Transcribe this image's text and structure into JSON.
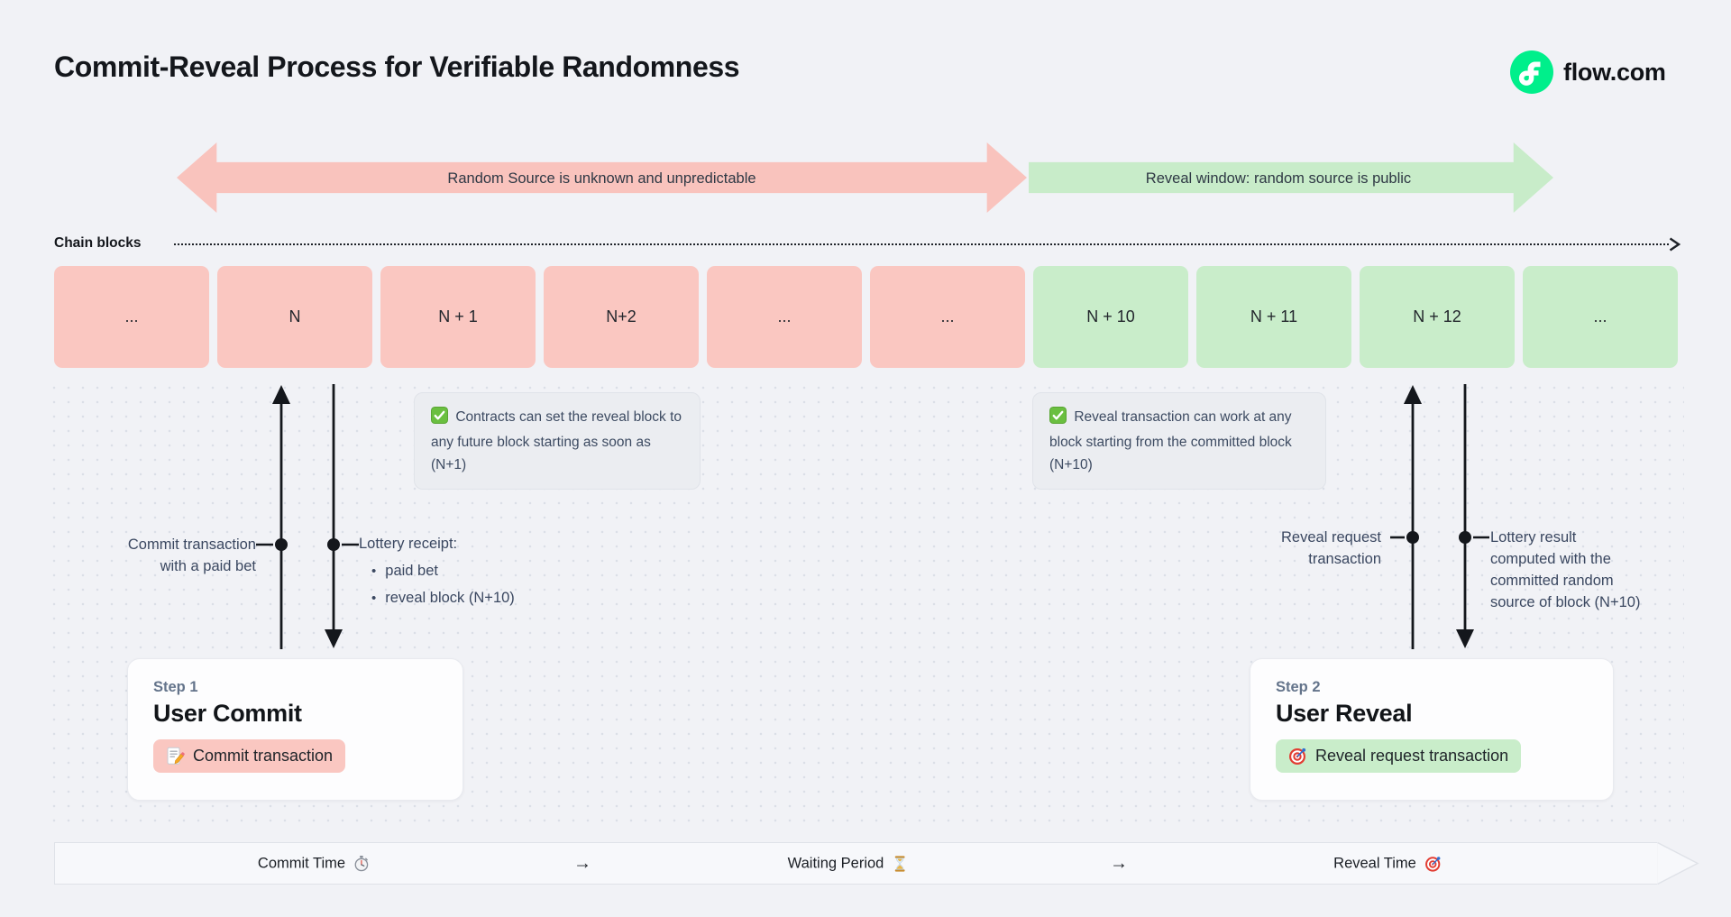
{
  "page": {
    "title": "Commit-Reveal Process for Verifiable Randomness"
  },
  "brand": {
    "label": "flow.com",
    "logo_icon": "flow-logo-icon",
    "logo_color": "#00EF8B"
  },
  "phases": {
    "commit": {
      "label": "Random Source is unknown and unpredictable",
      "color": "#F9C3BD"
    },
    "reveal": {
      "label": "Reveal window: random source is public",
      "color": "#C8ECC9"
    }
  },
  "chain": {
    "label": "Chain blocks",
    "blocks": [
      {
        "label": "...",
        "phase": "commit"
      },
      {
        "label": "N",
        "phase": "commit"
      },
      {
        "label": "N + 1",
        "phase": "commit"
      },
      {
        "label": "N+2",
        "phase": "commit"
      },
      {
        "label": "...",
        "phase": "commit"
      },
      {
        "label": "...",
        "phase": "commit"
      },
      {
        "label": "N + 10",
        "phase": "reveal"
      },
      {
        "label": "N + 11",
        "phase": "reveal"
      },
      {
        "label": "N + 12",
        "phase": "reveal"
      },
      {
        "label": "...",
        "phase": "reveal"
      }
    ]
  },
  "notes": [
    {
      "icon": "check-icon",
      "text": "Contracts can set the reveal block to any future block starting as soon as (N+1)"
    },
    {
      "icon": "check-icon",
      "text": "Reveal transaction can work at any block starting from the committed block (N+10)"
    }
  ],
  "callouts": {
    "commit_tx": {
      "lines": [
        "Commit transaction",
        "with a paid bet"
      ]
    },
    "lottery_receipt": {
      "title": "Lottery receipt:",
      "bullets": [
        "paid bet",
        "reveal block (N+10)"
      ]
    },
    "reveal_request": {
      "lines": [
        "Reveal request",
        "transaction"
      ]
    },
    "lottery_result": {
      "lines": [
        "Lottery result",
        "computed with the",
        "committed random",
        "source of block (N+10)"
      ]
    }
  },
  "steps": [
    {
      "label": "Step 1",
      "title": "User Commit",
      "badge": {
        "icon": "memo-icon",
        "label": "Commit transaction",
        "color": "#F9C3BD"
      }
    },
    {
      "label": "Step 2",
      "title": "User Reveal",
      "badge": {
        "icon": "target-icon",
        "label": "Reveal request transaction",
        "color": "#C8ECC9"
      }
    }
  ],
  "timeline": {
    "items": [
      {
        "label": "Commit Time",
        "icon": "stopwatch-icon"
      },
      {
        "label": "→",
        "icon": ""
      },
      {
        "label": "Waiting Period",
        "icon": "hourglass-icon"
      },
      {
        "label": "→",
        "icon": ""
      },
      {
        "label": "Reveal Time",
        "icon": "target-icon"
      }
    ]
  }
}
